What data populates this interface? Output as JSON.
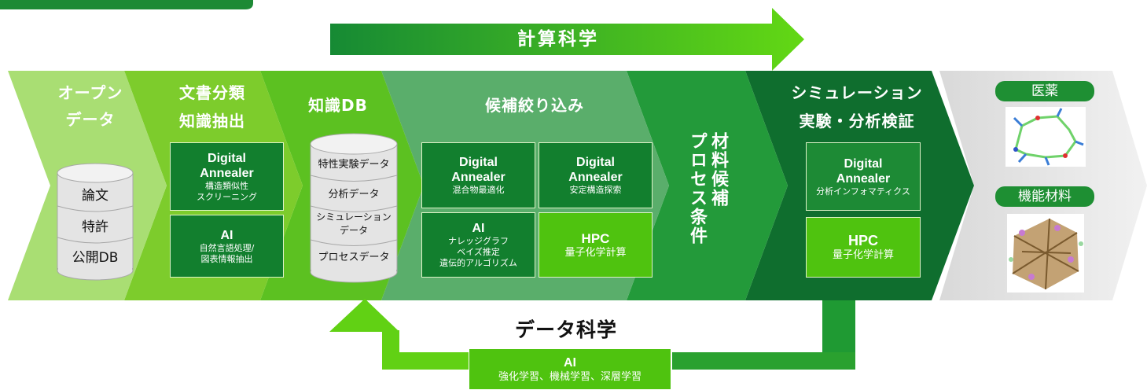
{
  "top_arrow": {
    "label": "計算科学"
  },
  "stages": {
    "open_data": {
      "title": [
        "オープン",
        "データ"
      ],
      "db_items": [
        "論文",
        "特許",
        "公開DB"
      ]
    },
    "classification": {
      "title": [
        "文書分類",
        "知識抽出"
      ],
      "boxes": [
        {
          "title": "Digital Annealer",
          "sub": [
            "構造類似性",
            "スクリーニング"
          ]
        },
        {
          "title": "AI",
          "sub": [
            "自然言語処理/",
            "図表情報抽出"
          ]
        }
      ]
    },
    "knowledge_db": {
      "title": "知識DB",
      "db_items": [
        "特性実験データ",
        "分析データ",
        "シミュレーション",
        "データ",
        "プロセスデータ"
      ]
    },
    "narrowing": {
      "title": "候補絞り込み",
      "boxes": [
        {
          "title": "Digital Annealer",
          "sub": [
            "混合物最適化"
          ]
        },
        {
          "title": "Digital Annealer",
          "sub": [
            "安定構造探索"
          ]
        },
        {
          "title": "AI",
          "sub": [
            "ナレッジグラフ",
            "ベイズ推定",
            "遺伝的アルゴリズム"
          ]
        },
        {
          "title": "HPC",
          "sub": [
            "量子化学計算"
          ]
        }
      ]
    },
    "candidates": {
      "title": [
        "材料候補",
        "プロセス条件"
      ]
    },
    "verification": {
      "title": [
        "シミュレーション",
        "実験・分析検証"
      ],
      "boxes": [
        {
          "title": "Digital Annealer",
          "sub": [
            "分析インフォマティクス"
          ]
        },
        {
          "title": "HPC",
          "sub": [
            "量子化学計算"
          ]
        }
      ]
    },
    "outputs": {
      "items": [
        "医薬",
        "機能材料"
      ]
    }
  },
  "bottom": {
    "label": "データ科学",
    "box_title": "AI",
    "box_sub": "強化学習、機械学習、深層学習"
  },
  "colors": {
    "stage1": "#a9de73",
    "stage2": "#7dcc2c",
    "stage3": "#5cc121",
    "stage4": "#5aae6b",
    "stage5": "#239a3a",
    "stage6": "#0f6e2e",
    "stage7": "#e8e8e8",
    "accent": "#5dcf17"
  }
}
